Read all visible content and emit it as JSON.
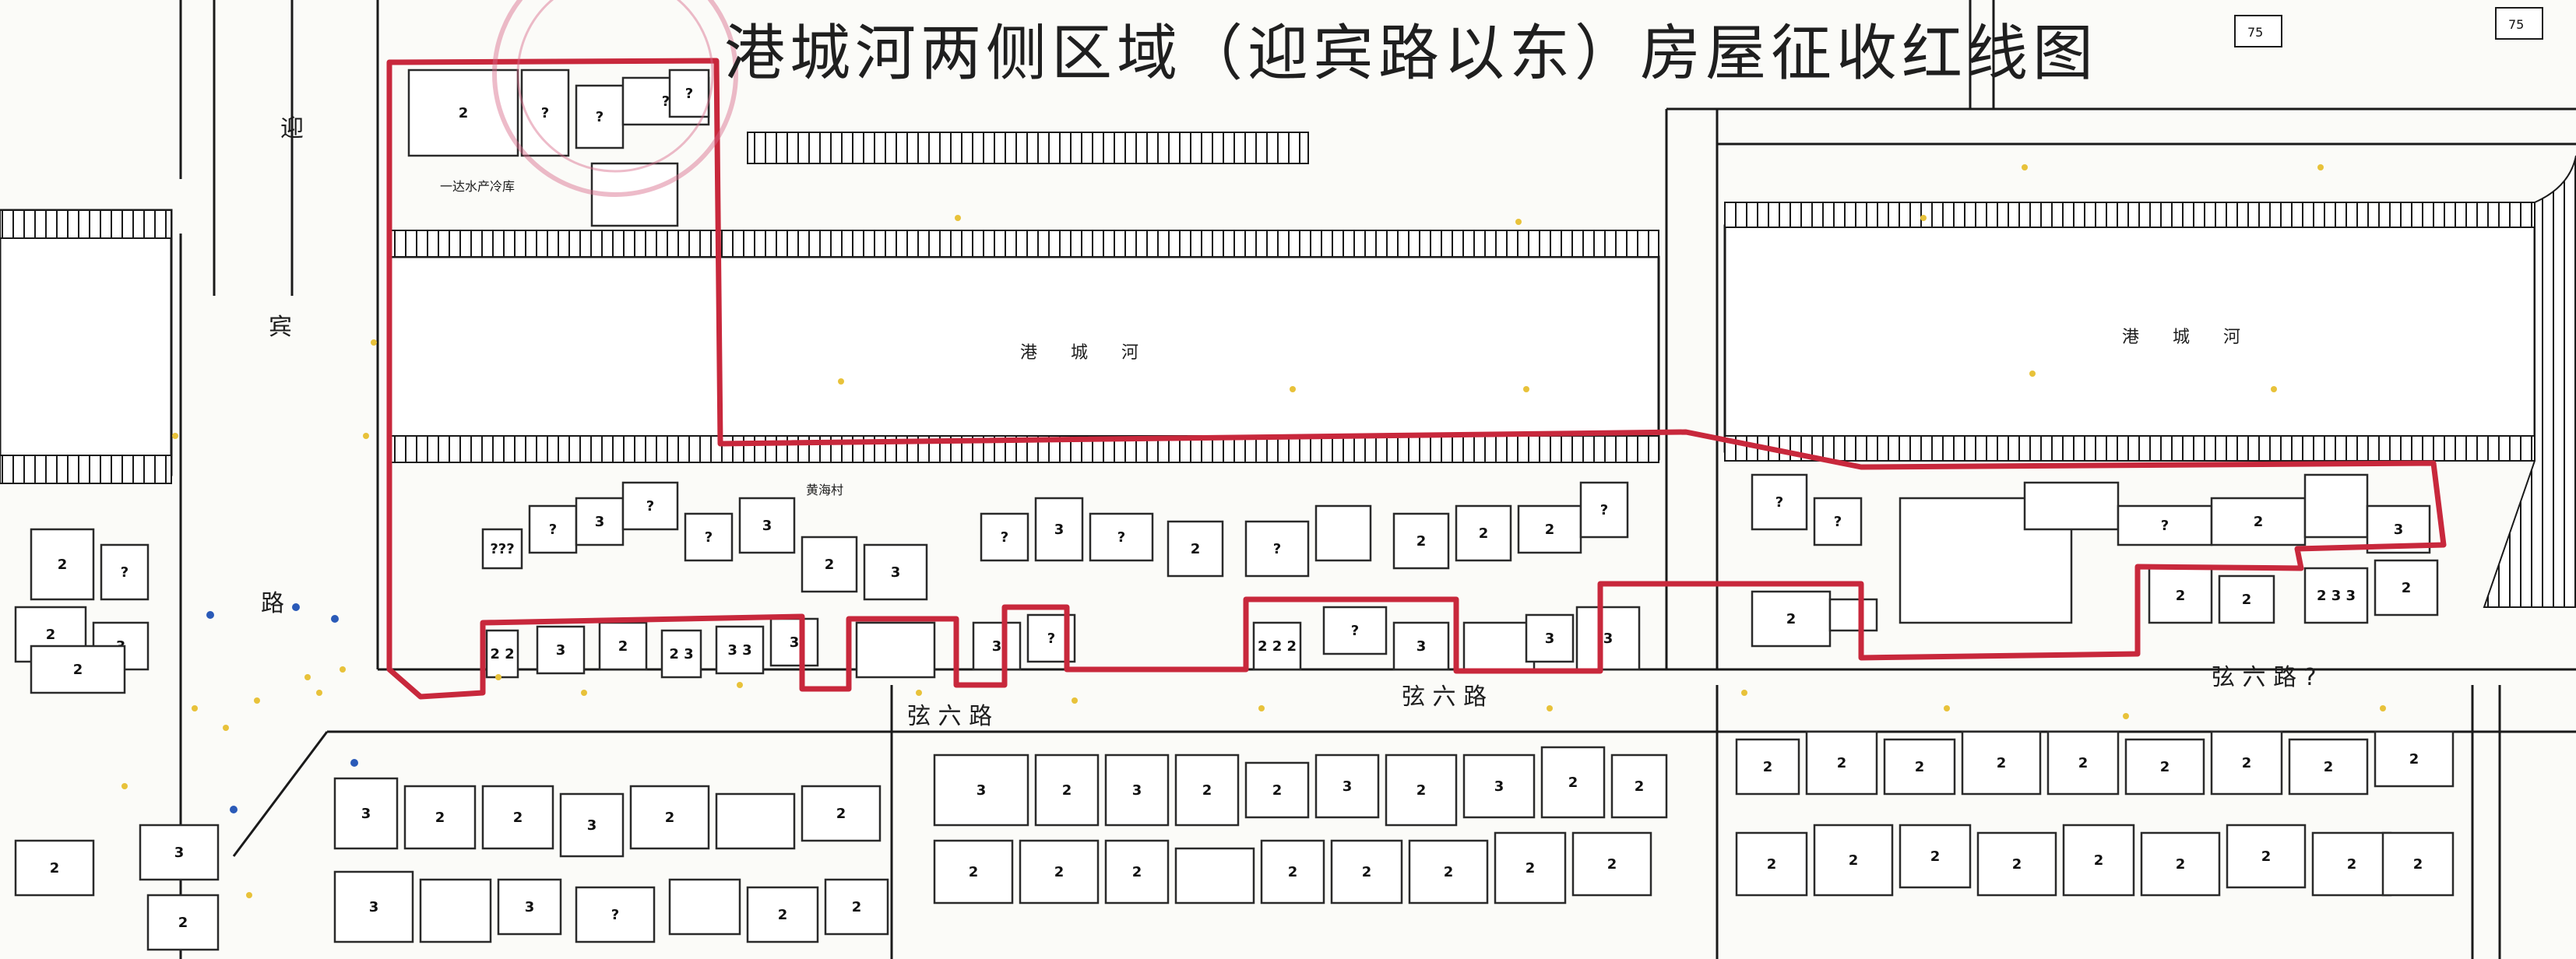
{
  "title": "港城河两侧区域（迎宾路以东）房屋征收红线图",
  "labels": {
    "road_west_1": "迎",
    "road_west_2": "宾",
    "road_west_3": "路",
    "road_south_1": "弦 六 路",
    "road_south_2": "弦 六 路",
    "road_south_3": "弦 六 路 ?",
    "river_1": "港 城 河",
    "river_2": "港 城 河",
    "factory": "一达水产冷库",
    "village": "黄海村",
    "box_top_1": "75",
    "box_top_2": "75"
  },
  "colors": {
    "red_line": "#c8283c",
    "line": "#1a1a1a",
    "stamp": "#d86a8a",
    "marker_yellow": "#e8c23a",
    "marker_blue": "#2a5ab8"
  },
  "plot_numbers": [
    "2",
    "3",
    "?",
    "???",
    "2 2",
    "2 3",
    "3 3",
    "2 2 2",
    "2 3 3"
  ]
}
